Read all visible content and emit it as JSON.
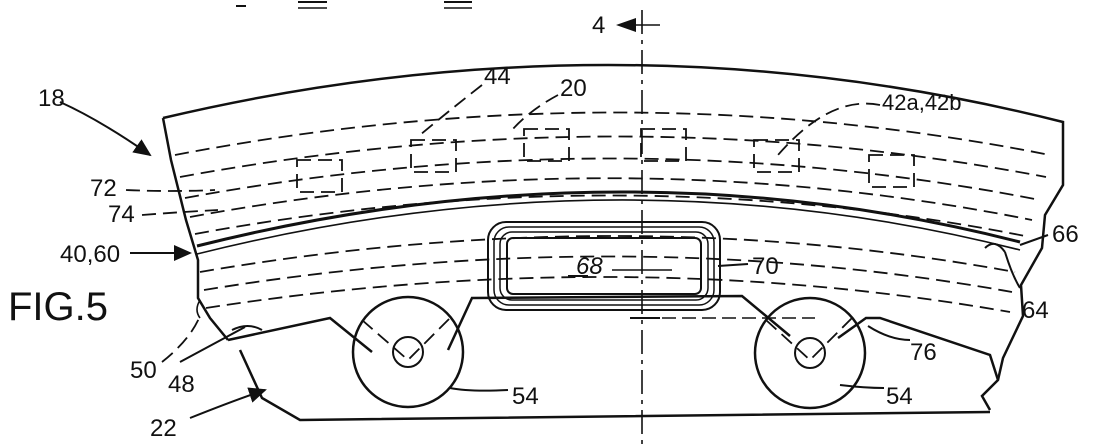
{
  "figure": {
    "title": "FIG.5",
    "labels": {
      "assembly": "18",
      "layer_top": "44",
      "layer_20": "20",
      "sensors": "42a,42b",
      "line_72": "72",
      "line_74": "74",
      "interface": "40,60",
      "bracket": "50",
      "shoulder": "48",
      "base": "22",
      "window": "68",
      "window_frame": "70",
      "right_edge": "66",
      "notch": "64",
      "right_corner": "76",
      "roller_left": "54",
      "roller_right": "54",
      "section": "4"
    }
  }
}
